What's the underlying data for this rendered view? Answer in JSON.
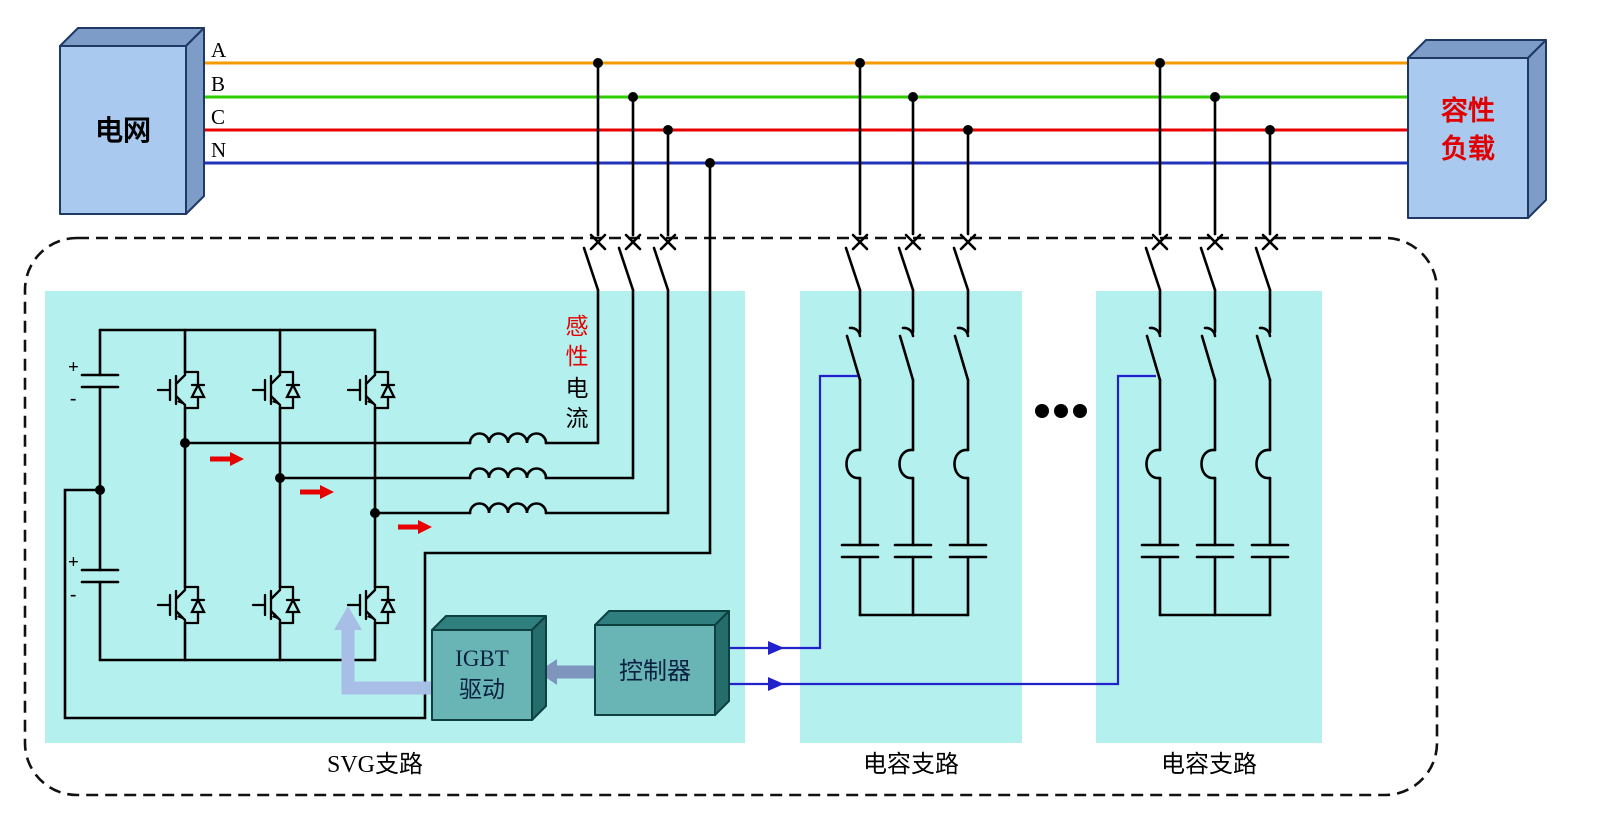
{
  "diagram": {
    "grid": "电网",
    "load1": "容性",
    "load2": "负载",
    "buses": [
      "A",
      "B",
      "C",
      "N"
    ],
    "cur": [
      "感",
      "性",
      "电",
      "流"
    ],
    "cur_colors": [
      "#e80000",
      "#e80000",
      "#000000",
      "#000000"
    ],
    "driver1": "IGBT",
    "driver2": "驱动",
    "controller": "控制器",
    "branch_svg": "SVG支路",
    "branch_cap1": "电容支路",
    "branch_cap2": "电容支路",
    "plus": "+",
    "minus": "-",
    "colors": {
      "phase_a": "#f59a00",
      "phase_b": "#2ecc00",
      "phase_c": "#e80000",
      "neutral": "#2233bb",
      "panel": "#b4f0ee",
      "control_line": "#2222cc",
      "box_blue": "#a9c9ef",
      "box_teal": "#69b5b5",
      "arrow_steel": "#7e96be",
      "arrow_light": "#a8bee6",
      "highlight_red": "#e80000"
    }
  }
}
